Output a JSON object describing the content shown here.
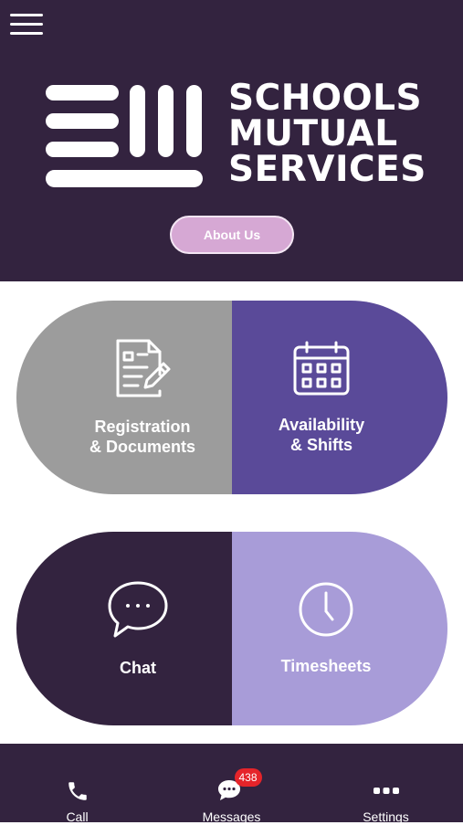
{
  "header": {
    "logo_lines": [
      "SCHOOLS",
      "MUTUAL",
      "SERVICES"
    ],
    "about_label": "About Us"
  },
  "tiles": {
    "registration_label": "Registration\n& Documents",
    "availability_label": "Availability\n& Shifts",
    "chat_label": "Chat",
    "timesheets_label": "Timesheets"
  },
  "bottom_nav": {
    "call_label": "Call",
    "messages_label": "Messages",
    "messages_badge": "438",
    "settings_label": "Settings"
  },
  "colors": {
    "header_bg": "#33233f",
    "registration_bg": "#9c9c9c",
    "availability_bg": "#5a4a99",
    "chat_bg": "#33233f",
    "timesheets_bg": "#a89cd8",
    "about_button": "#d6a8d4",
    "badge": "#e5242a"
  },
  "icons": {
    "menu": "hamburger-menu-icon",
    "registration": "document-edit-icon",
    "availability": "calendar-icon",
    "chat": "chat-bubble-icon",
    "timesheets": "clock-icon",
    "call": "phone-icon",
    "messages": "chat-bubbles-icon",
    "settings": "more-dots-icon"
  }
}
